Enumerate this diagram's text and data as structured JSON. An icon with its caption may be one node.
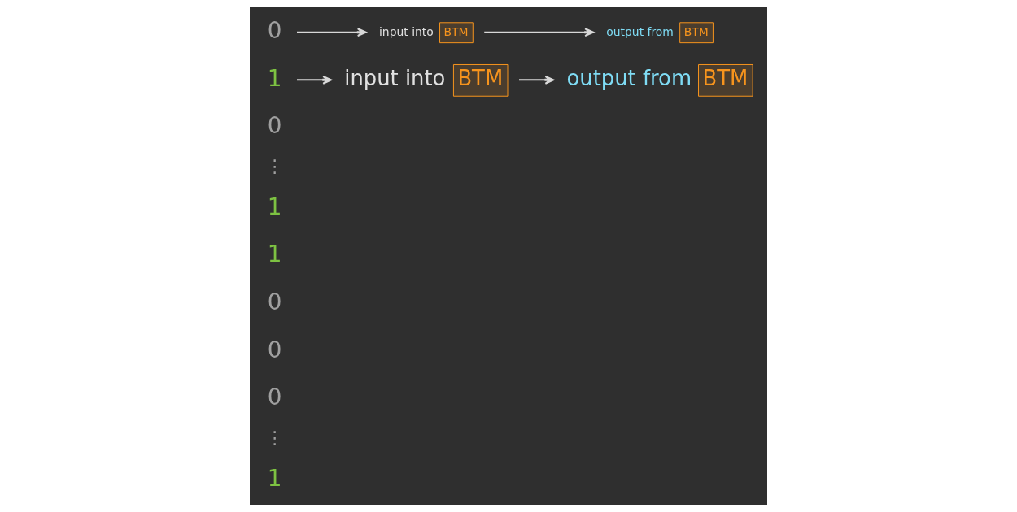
{
  "diagram": {
    "nodes": [
      {
        "text": [
          "0"
        ]
      },
      {
        "text": [
          "BTM"
        ],
        "beside": [
          "input into"
        ]
      },
      {
        "text": [
          "BTM"
        ],
        "beside": [
          "output from"
        ]
      },
      {
        "text": [
          "1"
        ]
      },
      {
        "text": [
          "BTM"
        ],
        "beside": [
          "input into"
        ]
      },
      {
        "text": [
          "BTM"
        ],
        "beside": [
          "output from"
        ]
      },
      {
        "text": [
          "0"
        ]
      },
      {
        "text": [
          "1"
        ]
      },
      {
        "text": [
          "1"
        ]
      },
      {
        "text": [
          "0"
        ]
      },
      {
        "text": [
          "0"
        ]
      },
      {
        "text": [
          "0"
        ]
      },
      {
        "text": [
          "1"
        ]
      }
    ],
    "edges": [
      {
        "from": 0,
        "to": 1,
        "arrow": "to"
      },
      {
        "from": 1,
        "to": 2,
        "arrow": "to"
      },
      {
        "from": 3,
        "to": 4,
        "arrow": "to"
      },
      {
        "from": 4,
        "to": 5,
        "arrow": "to"
      }
    ],
    "labels": [
      "⋮",
      "⋮"
    ]
  }
}
